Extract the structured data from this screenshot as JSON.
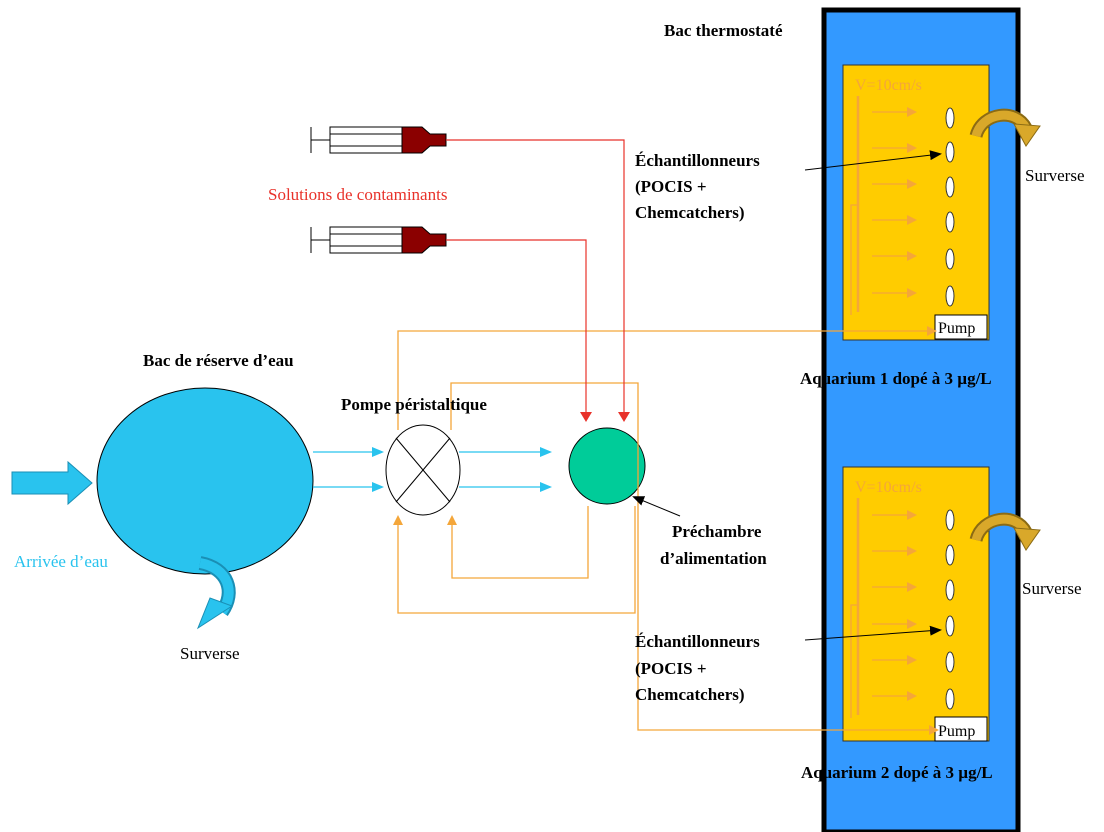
{
  "labels": {
    "bac_thermostate": "Bac thermostaté",
    "solutions": "Solutions de contaminants",
    "bac_reserve": "Bac de réserve d’eau",
    "pompe": "Pompe péristaltique",
    "arrivee": "Arrivée d’eau",
    "surverse": "Surverse",
    "prechambre_1": "Préchambre",
    "prechambre_2": "d’alimentation",
    "ech1_1": "Échantillonneurs",
    "ech1_2": "(POCIS +",
    "ech1_3": "Chemcatchers)",
    "ech2_1": "Échantillonneurs",
    "ech2_2": "(POCIS +",
    "ech2_3": "Chemcatchers)",
    "aquarium1": "Aquarium 1 dopé à 3 µg/L",
    "aquarium2": "Aquarium 2 dopé à 3 µg/L",
    "surverse_aq1": "Surverse",
    "surverse_aq2": "Surverse",
    "surverse_res": "Surverse",
    "v1": "V=10cm/s",
    "v2": "V=10cm/s",
    "pump1": "Pump",
    "pump2": "Pump"
  },
  "colors": {
    "bath_blue": "#3399ff",
    "aquarium_yellow": "#ffcc00",
    "water_cyan": "#29c3ee",
    "prechamber_green": "#00cc99",
    "syringe_red": "#8b0000",
    "line_orange": "#f4a63a",
    "line_red": "#e8322a"
  }
}
